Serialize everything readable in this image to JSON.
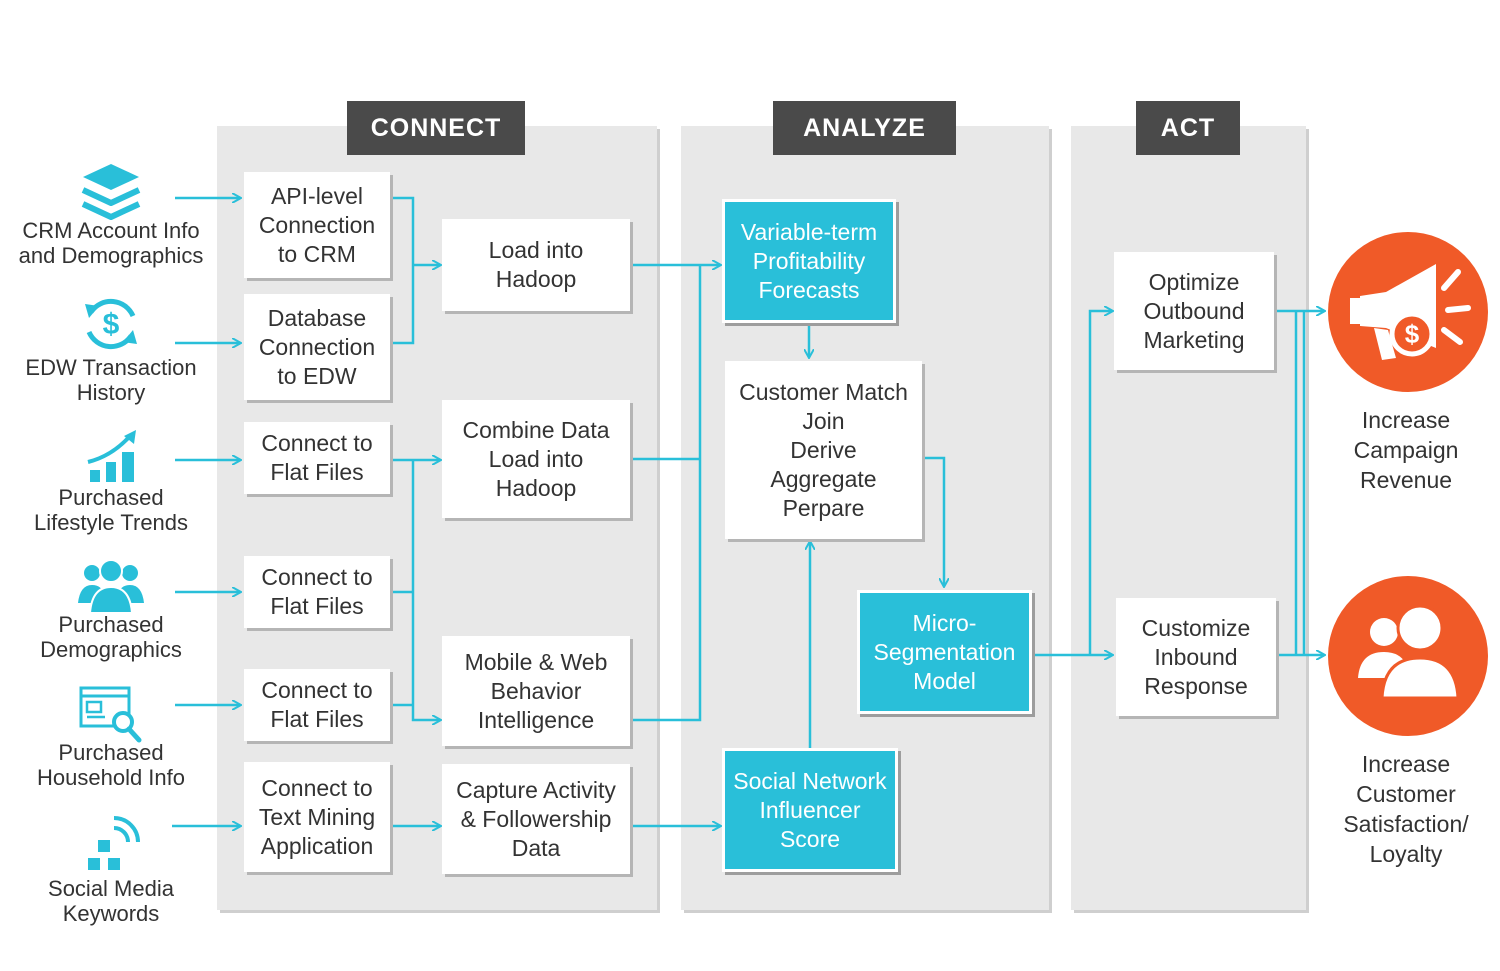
{
  "stages": {
    "connect": "CONNECT",
    "analyze": "ANALYZE",
    "act": "ACT"
  },
  "sources": [
    {
      "icon": "layers-icon",
      "lines": [
        "CRM Account Info",
        "and Demographics"
      ]
    },
    {
      "icon": "dollar-sync-icon",
      "lines": [
        "EDW Transaction",
        "History"
      ]
    },
    {
      "icon": "trend-chart-icon",
      "lines": [
        "Purchased",
        "Lifestyle Trends"
      ]
    },
    {
      "icon": "people-group-icon",
      "lines": [
        "Purchased",
        "Demographics"
      ]
    },
    {
      "icon": "browser-search-icon",
      "lines": [
        "Purchased",
        "Household Info"
      ]
    },
    {
      "icon": "social-blocks-icon",
      "lines": [
        "Social Media",
        "Keywords"
      ]
    }
  ],
  "connect_boxes": [
    {
      "lines": [
        "API-level",
        "Connection",
        "to CRM"
      ]
    },
    {
      "lines": [
        "Database",
        "Connection",
        "to EDW"
      ]
    },
    {
      "lines": [
        "Connect to",
        "Flat Files"
      ]
    },
    {
      "lines": [
        "Connect to",
        "Flat Files"
      ]
    },
    {
      "lines": [
        "Connect to",
        "Flat Files"
      ]
    },
    {
      "lines": [
        "Connect to",
        "Text Mining",
        "Application"
      ]
    }
  ],
  "load_boxes": [
    {
      "lines": [
        "Load into",
        "Hadoop"
      ]
    },
    {
      "lines": [
        "Combine Data",
        "Load into",
        "Hadoop"
      ]
    },
    {
      "lines": [
        "Mobile & Web",
        "Behavior",
        "Intelligence"
      ]
    },
    {
      "lines": [
        "Capture Activity",
        "& Followership",
        "Data"
      ]
    }
  ],
  "analyze_boxes": {
    "forecasts": {
      "lines": [
        "Variable-term",
        "Profitability",
        "Forecasts"
      ]
    },
    "match": {
      "lines": [
        "Customer Match",
        "Join",
        "Derive",
        "Aggregate",
        "Perpare"
      ]
    },
    "segmentation": {
      "lines": [
        "Micro-",
        "Segmentation",
        "Model"
      ]
    },
    "social": {
      "lines": [
        "Social Network",
        "Influencer",
        "Score"
      ]
    }
  },
  "act_boxes": [
    {
      "lines": [
        "Optimize",
        "Outbound",
        "Marketing"
      ]
    },
    {
      "lines": [
        "Customize",
        "Inbound",
        "Response"
      ]
    }
  ],
  "outcomes": [
    {
      "icon": "megaphone-dollar-icon",
      "lines": [
        "Increase",
        "Campaign",
        "Revenue"
      ]
    },
    {
      "icon": "customers-icon",
      "lines": [
        "Increase",
        "Customer",
        "Satisfaction/",
        "Loyalty"
      ]
    }
  ],
  "colors": {
    "accent": "#29bfd9",
    "header": "#4a4a4a",
    "panel": "#e8e8e8",
    "outcome": "#f05a28",
    "text": "#333333"
  }
}
